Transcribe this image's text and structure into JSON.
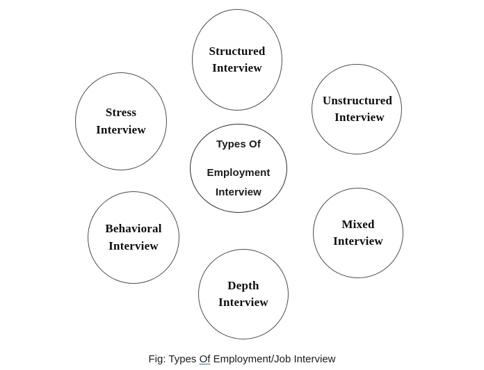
{
  "diagram": {
    "title": "Types Of Employment Interview",
    "center_node": {
      "name": "center-node",
      "lines": [
        "Types Of",
        "Employment",
        "Interview"
      ],
      "border_color": "#2b2b2b"
    },
    "nodes": [
      {
        "id": "structured",
        "name": "node-structured",
        "lines": [
          "Structured",
          "Interview"
        ],
        "position": "top"
      },
      {
        "id": "stress",
        "name": "node-stress",
        "lines": [
          "Stress",
          "Interview"
        ],
        "position": "top-left"
      },
      {
        "id": "unstructured",
        "name": "node-unstructured",
        "lines": [
          "Unstructured",
          "Interview"
        ],
        "position": "top-right"
      },
      {
        "id": "behavioral",
        "name": "node-behavioral",
        "lines": [
          "Behavioral",
          "Interview"
        ],
        "position": "bottom-left"
      },
      {
        "id": "mixed",
        "name": "node-mixed",
        "lines": [
          "Mixed",
          "Interview"
        ],
        "position": "bottom-right"
      },
      {
        "id": "depth",
        "name": "node-depth",
        "lines": [
          "Depth",
          "Interview"
        ],
        "position": "bottom"
      }
    ],
    "node_border_color": "#4a4a4a",
    "background_color": "#ffffff",
    "text_color": "#0d0d0d"
  },
  "caption": {
    "prefix": "Fig: Types ",
    "flagged_word": "Of",
    "suffix": " Employment/Job Interview",
    "full_text": "Fig: Types Of Employment/Job Interview",
    "flag_underline_color": "#3a66c4"
  }
}
